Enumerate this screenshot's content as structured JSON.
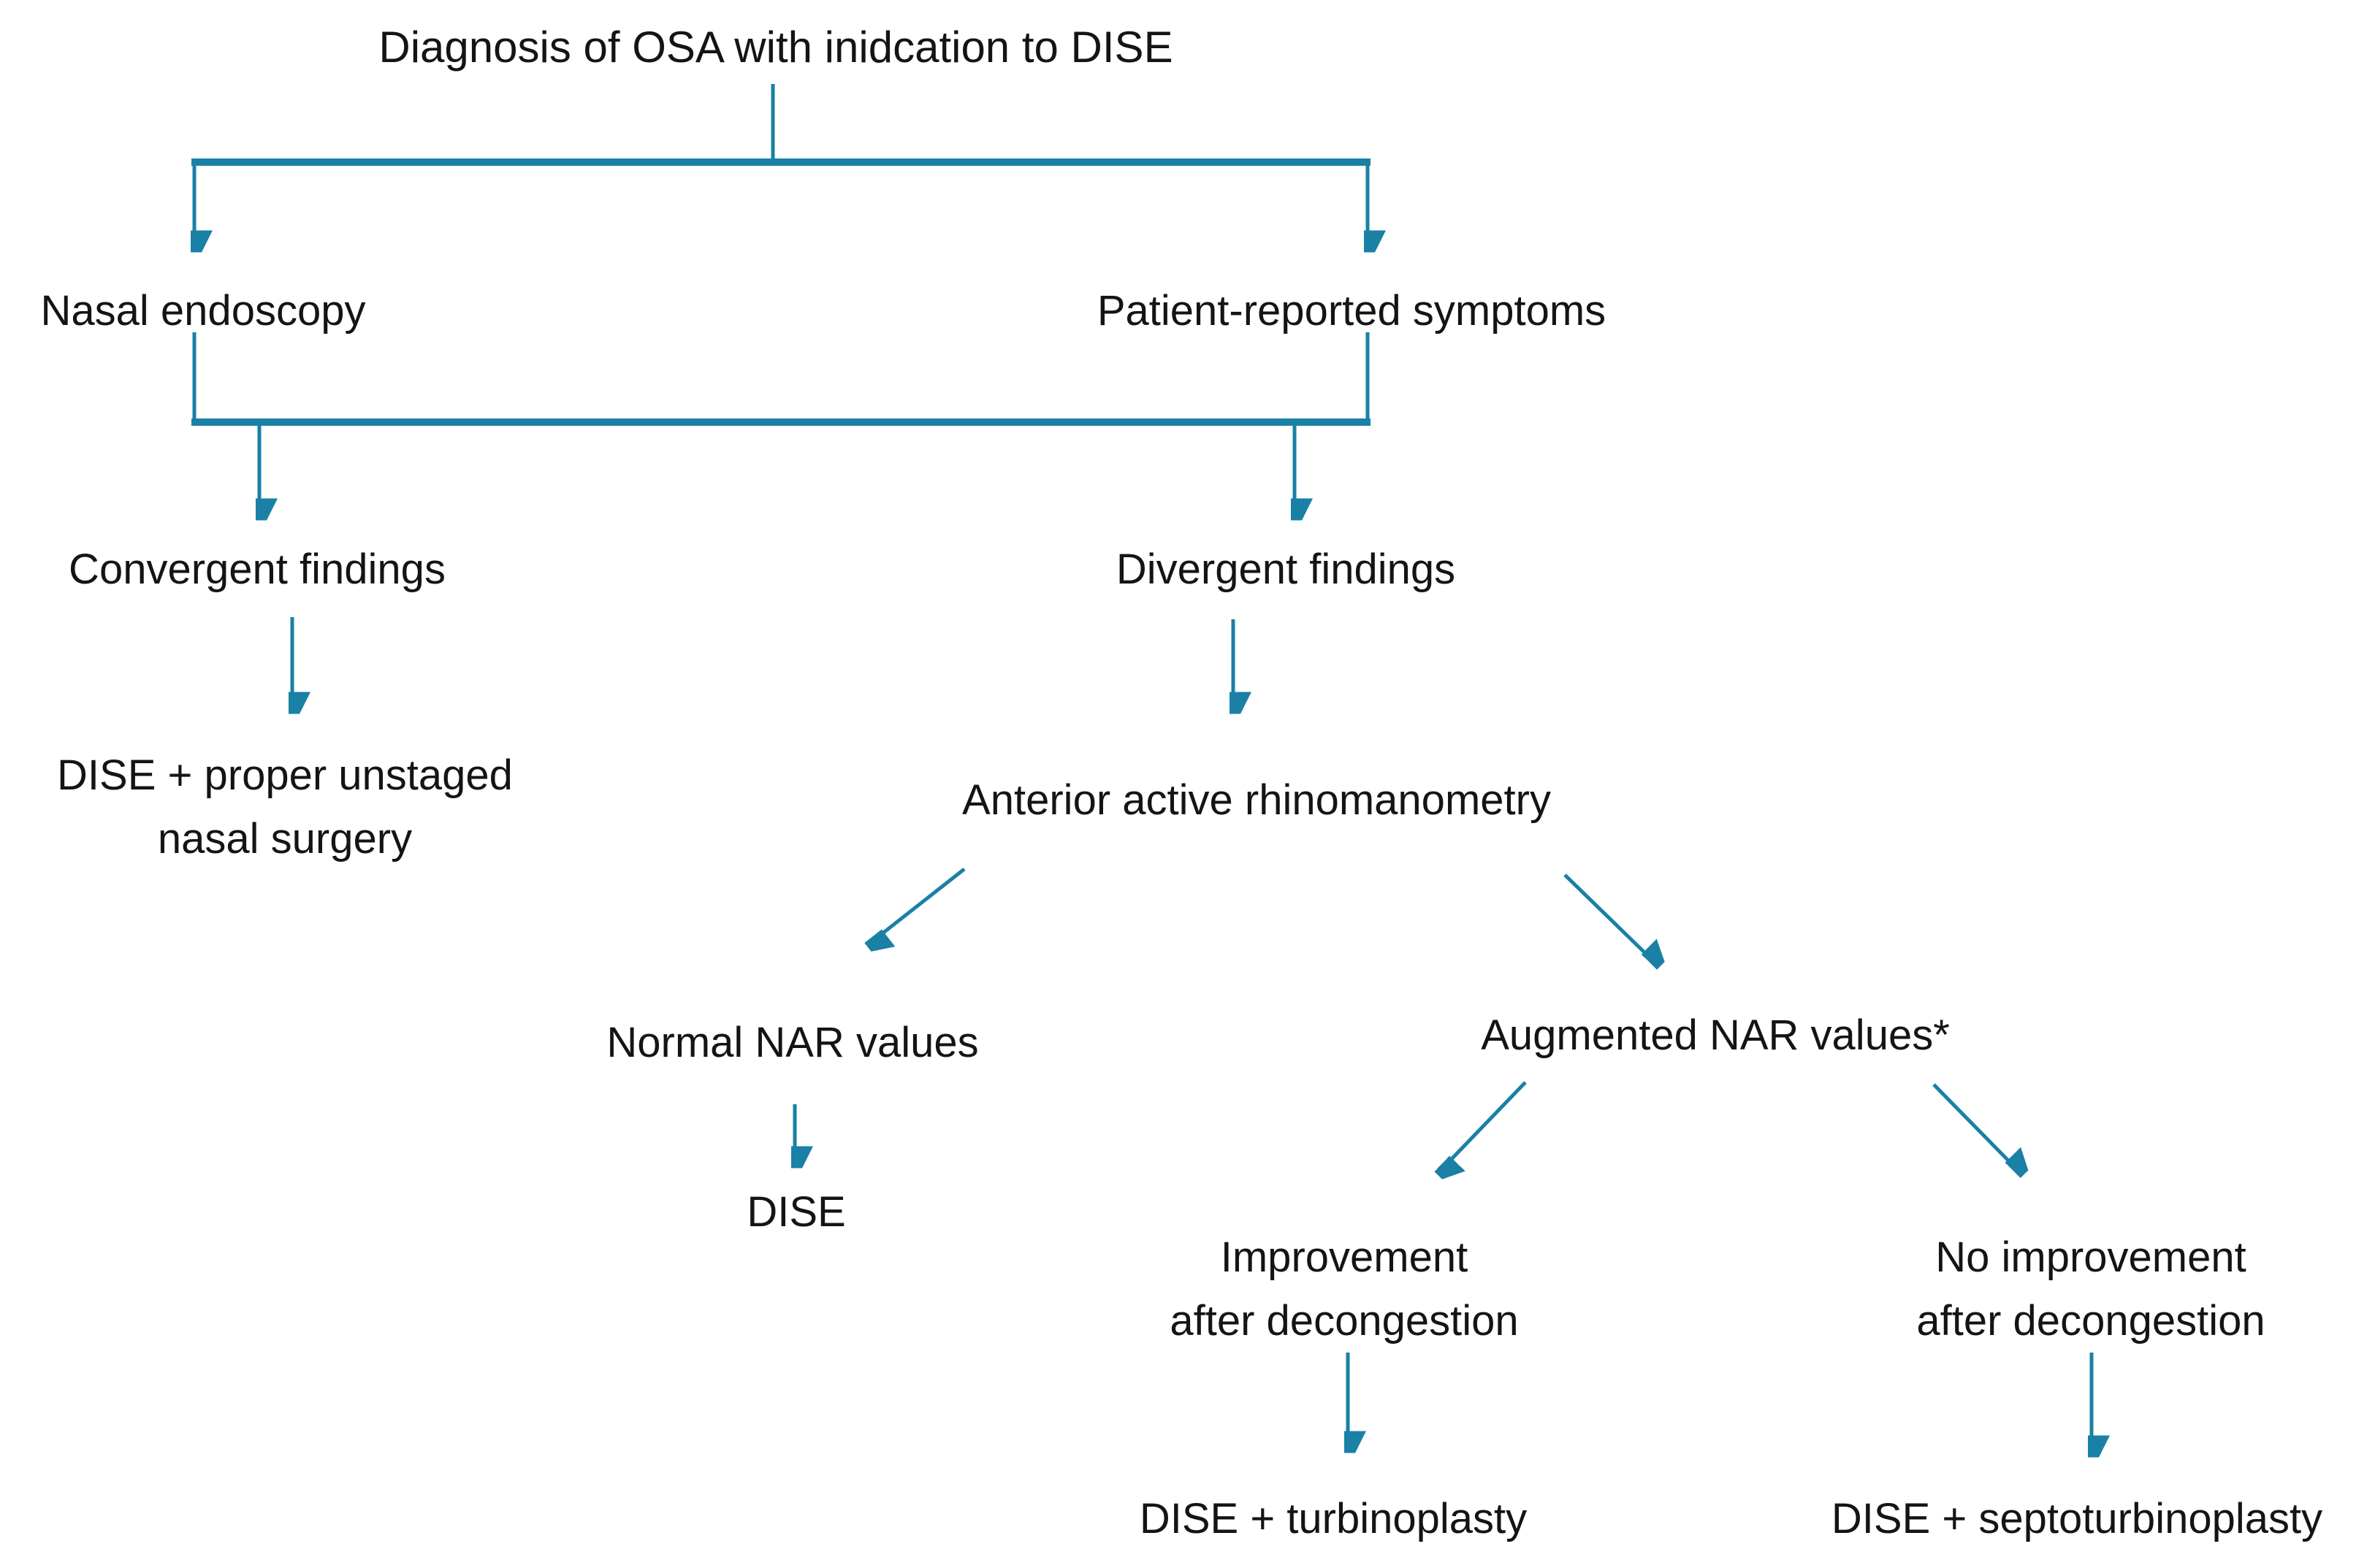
{
  "diagram": {
    "type": "flowchart",
    "title": "Diagnosis of OSA with inidcation to DISE",
    "nodes": {
      "diagnosis_osa": "Diagnosis of OSA with inidcation to DISE",
      "nasal_endoscopy": "Nasal endoscopy",
      "patient_reported_symptoms": "Patient-reported symptoms",
      "convergent_findings": "Convergent findings",
      "divergent_findings": "Divergent findings",
      "dise_unstaged_line1": "DISE + proper unstaged",
      "dise_unstaged_line2": "nasal surgery",
      "anterior_active_rhinomanometry": "Anterior active rhinomanometry",
      "normal_nar_values": "Normal NAR values",
      "augmented_nar_values": "Augmented NAR values*",
      "dise": "DISE",
      "improvement_line1": "Improvement",
      "improvement_line2": "after decongestion",
      "no_improvement_line1": "No improvement",
      "no_improvement_line2": "after decongestion",
      "dise_turbinoplasty": "DISE + turbinoplasty",
      "dise_septoturbinoplasty": "DISE + septoturbinoplasty"
    },
    "edges": [
      {
        "from": "diagnosis_osa",
        "to": "nasal_endoscopy"
      },
      {
        "from": "diagnosis_osa",
        "to": "patient_reported_symptoms"
      },
      {
        "from": "nasal_endoscopy + patient_reported_symptoms",
        "to": "convergent_findings"
      },
      {
        "from": "nasal_endoscopy + patient_reported_symptoms",
        "to": "divergent_findings"
      },
      {
        "from": "convergent_findings",
        "to": "dise_unstaged"
      },
      {
        "from": "divergent_findings",
        "to": "anterior_active_rhinomanometry"
      },
      {
        "from": "anterior_active_rhinomanometry",
        "to": "normal_nar_values"
      },
      {
        "from": "anterior_active_rhinomanometry",
        "to": "augmented_nar_values"
      },
      {
        "from": "normal_nar_values",
        "to": "dise"
      },
      {
        "from": "augmented_nar_values",
        "to": "improvement_after_decongestion"
      },
      {
        "from": "augmented_nar_values",
        "to": "no_improvement_after_decongestion"
      },
      {
        "from": "improvement_after_decongestion",
        "to": "dise_turbinoplasty"
      },
      {
        "from": "no_improvement_after_decongestion",
        "to": "dise_septoturbinoplasty"
      }
    ],
    "colors": {
      "connector": "#1A80A6",
      "text": "#141414",
      "background": "#FFFFFF"
    }
  }
}
